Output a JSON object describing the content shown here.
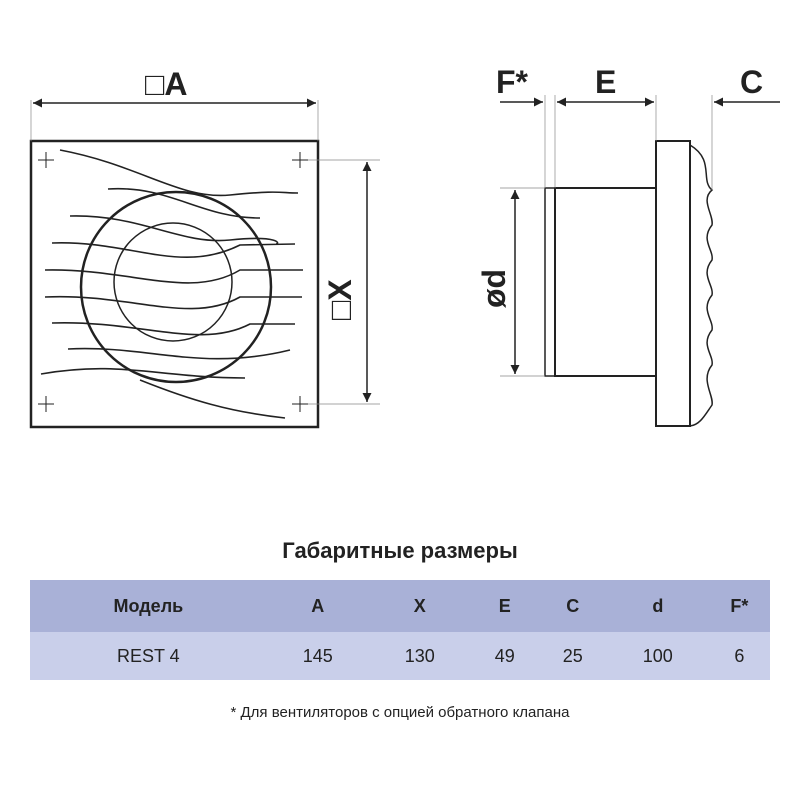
{
  "drawing": {
    "front_width_label": "□A",
    "front_height_label": "□X",
    "side_labels": {
      "f": "F*",
      "e": "E",
      "c": "C",
      "d": "ød"
    }
  },
  "table": {
    "title": "Габаритные размеры",
    "headers": [
      "Модель",
      "A",
      "X",
      "E",
      "C",
      "d",
      "F*"
    ],
    "rows": [
      [
        "REST 4",
        "145",
        "130",
        "49",
        "25",
        "100",
        "6"
      ]
    ],
    "header_color": "#a9b1d7",
    "row_color": "#c9cfea"
  },
  "footnote": "* Для вентиляторов с опцией обратного клапана"
}
